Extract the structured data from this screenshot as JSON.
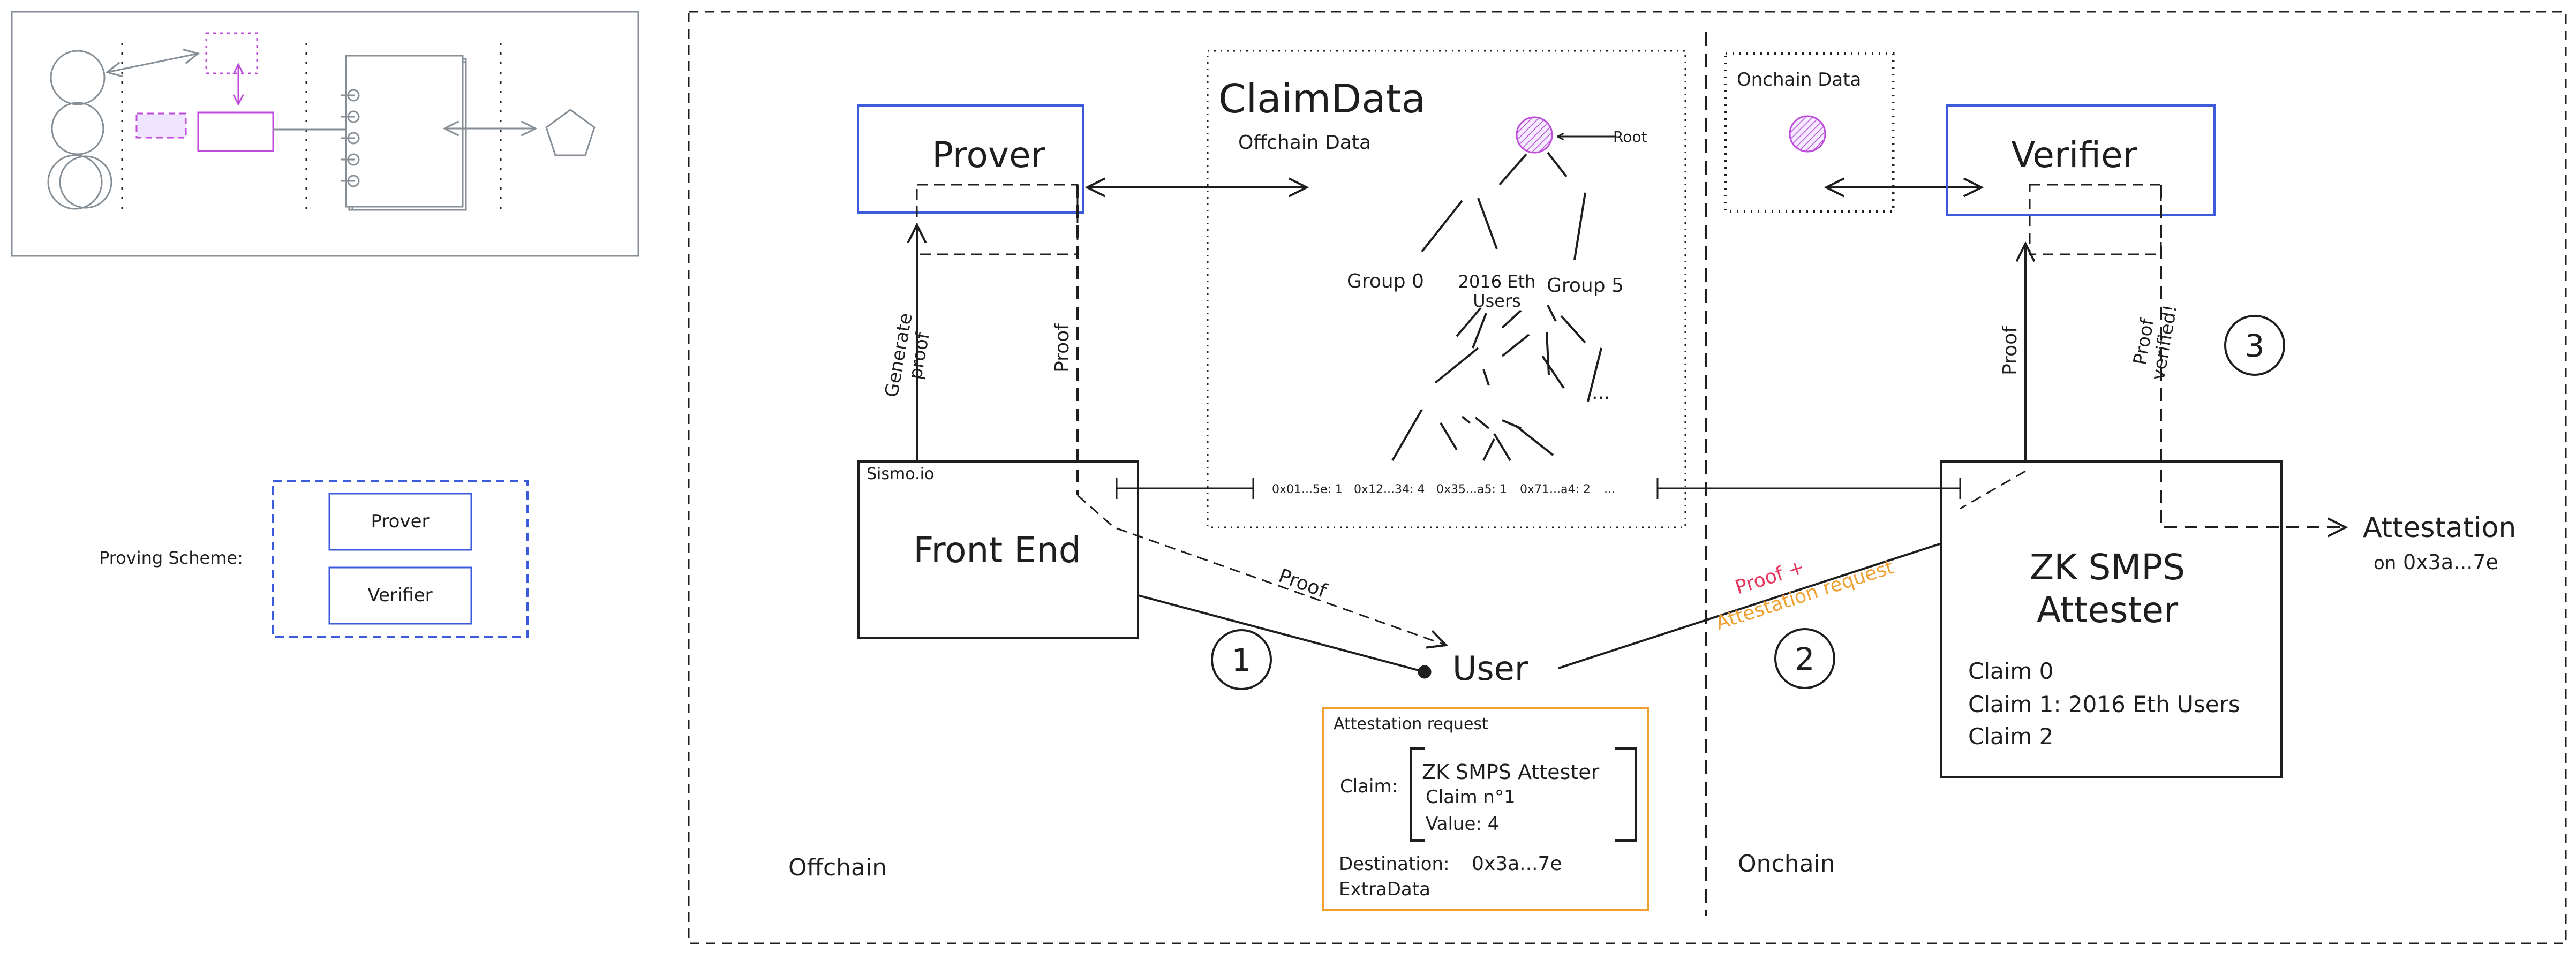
{
  "colors": {
    "ink": "#1e1e1e",
    "gray": "#868e96",
    "purple": "#be4bdb",
    "purple_text": "#b57bff",
    "purple_fill": "#e5dbff",
    "blue": "#3b5bdb",
    "red": "#e8375f",
    "orange": "#f0a030",
    "teal": "#12d8b0"
  },
  "legend": {
    "label": "Proving Scheme:",
    "prover": "Prover",
    "verifier": "Verifier"
  },
  "regions": {
    "offchain": "Offchain",
    "onchain": "Onchain"
  },
  "prover": {
    "label": "Prover"
  },
  "verifier": {
    "label": "Verifier"
  },
  "claimdata": {
    "title": "ClaimData",
    "subtitle": "Offchain Data",
    "root": "Root",
    "group0": "Group 0",
    "group_eth": "2016 Eth Users",
    "group5": "Group 5",
    "ellipsis": "...",
    "leaves": [
      {
        "text": "0x01...5e: 1",
        "highlight": false
      },
      {
        "text": "0x12...34: 4",
        "highlight": true
      },
      {
        "text": "0x35...a5: 1",
        "highlight": false
      },
      {
        "text": "0x71...a4: 2",
        "highlight": false
      },
      {
        "text": "...",
        "highlight": false
      }
    ]
  },
  "onchain_data": {
    "title": "Onchain Data"
  },
  "frontend": {
    "site": "Sismo.io",
    "label": "Front End"
  },
  "arrows": {
    "generate_proof": [
      "Generate",
      "proof"
    ],
    "proof_left": "Proof",
    "proof_user": "Proof",
    "proof_attestation": [
      "Proof +",
      "Attestation request"
    ],
    "proof_right": "Proof",
    "proof_verified": [
      "Proof",
      "verified!"
    ]
  },
  "steps": [
    "1",
    "2",
    "3"
  ],
  "user": {
    "label": "User"
  },
  "attester": {
    "title_line1": "ZK SMPS",
    "title_line2": "Attester",
    "claim0": "Claim 0",
    "claim1": "Claim 1: 2016 Eth Users",
    "claim2": "Claim 2"
  },
  "attestation": {
    "label": "Attestation",
    "on_prefix": "on",
    "address": "0x3a...7e"
  },
  "attestation_request": {
    "title": "Attestation request",
    "claim_label": "Claim:",
    "attester": "ZK SMPS Attester",
    "claim_no": "Claim n°1",
    "value": "Value: 4",
    "destination_label": "Destination:",
    "destination": "0x3a...7e",
    "extradata": "ExtraData"
  }
}
